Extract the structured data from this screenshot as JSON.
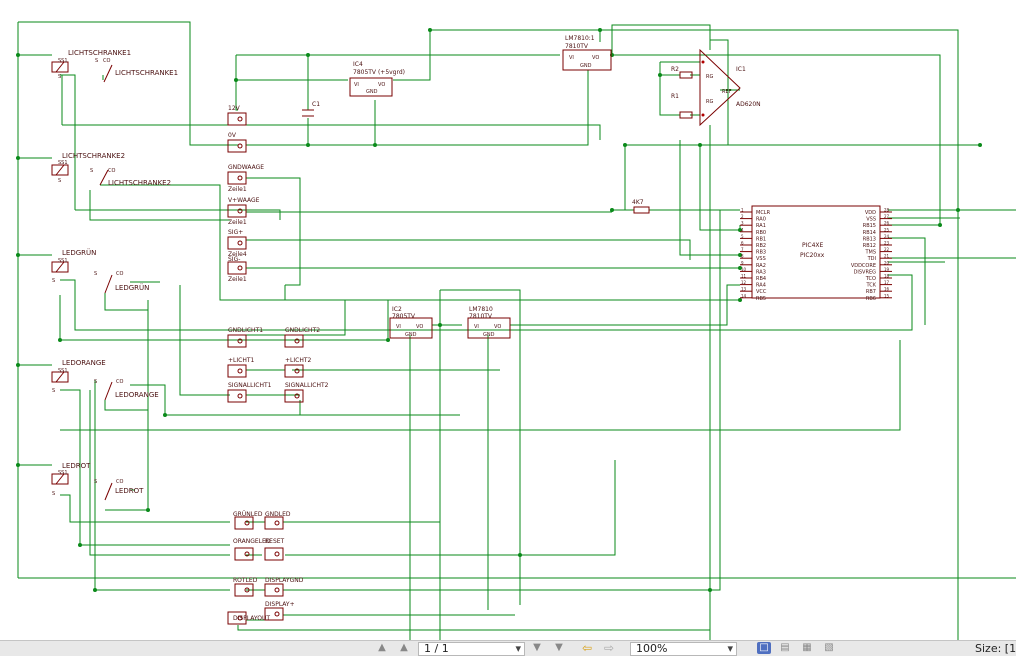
{
  "schematic": {
    "components": {
      "lichtschranke1_label": "LICHTSCHRANKE1",
      "lichtschranke2_label": "LICHTSCHRANKE2",
      "ledgruen_label": "LEDGRÜN",
      "ledorange_label": "LEDORANGE",
      "ledrot_label": "LEDROT",
      "relay_pin_ss1": "SS1",
      "relay_pin_s": "S",
      "contact_s": "S",
      "contact_co": "CO",
      "ic4_name": "IC4",
      "ic4_value": "7805TV (+5vgrd)",
      "lm7810_1_name": "LM7810:1",
      "lm7810_1_value": "7810TV",
      "lm7810_name": "LM7810",
      "lm7810_value": "7810TV",
      "ic2_name": "IC2",
      "ic2_value": "7805TV",
      "reg_vi": "VI",
      "reg_vo": "VO",
      "reg_gnd": "GND",
      "c1_name": "C1",
      "r1_name": "R1",
      "r2_name": "R2",
      "r4k7_value": "4K7",
      "ic1_name": "IC1",
      "ic1_value": "AD620N",
      "opamp_ref": "REF",
      "opamp_rg": "RG",
      "pic_name": "PIC4XE",
      "pic_value": "PIC20xx",
      "pic_left_pins": [
        "MCLR",
        "RA0",
        "RA1",
        "RB0",
        "RB1",
        "RB2",
        "RB3",
        "VSS",
        "RA2",
        "RA3",
        "RB4",
        "RA4",
        "VCC",
        "RB5"
      ],
      "pic_left_nums": [
        "1",
        "2",
        "3",
        "4",
        "5",
        "6",
        "7",
        "8",
        "9",
        "10",
        "11",
        "12",
        "13",
        "14"
      ],
      "pic_right_pins": [
        "VDD",
        "VSS",
        "RB15",
        "RB14",
        "RB13",
        "RB12",
        "TMS",
        "TDI",
        "VDDCORE",
        "DISVREG",
        "TCO",
        "TCK",
        "RB7",
        "RB6"
      ],
      "pic_right_nums": [
        "28",
        "27",
        "26",
        "25",
        "24",
        "23",
        "22",
        "21",
        "20",
        "19",
        "18",
        "17",
        "16",
        "15"
      ]
    },
    "connectors": {
      "v12": "12V",
      "v0": "0V",
      "gndwaage": "GNDWAAGE",
      "zeile1": "Zeile1",
      "vwaage": "V+WAAGE",
      "sigplus": "SIG+",
      "zeile4": "Zeile4",
      "sigminus": "SIG-",
      "gndlicht1": "GNDLICHT1",
      "gndlicht2": "GNDLICHT2",
      "pluslicht1": "+LICHT1",
      "pluslicht2": "+LICHT2",
      "signallicht1": "SIGNALLICHT1",
      "signallicht2": "SIGNALLICHT2",
      "gruenled": "GRÜNLED",
      "gndled": "GNDLED",
      "orangeled": "ORANGELED",
      "reset": "RESET",
      "rotled": "ROTLED",
      "displaygnd": "DISPLAYGND",
      "displayplus": "DISPLAY+",
      "displayout": "DISPLAYOUT"
    }
  },
  "statusbar": {
    "page_indicator": "1 / 1",
    "zoom": "100%",
    "size_label": "Size: [1"
  }
}
